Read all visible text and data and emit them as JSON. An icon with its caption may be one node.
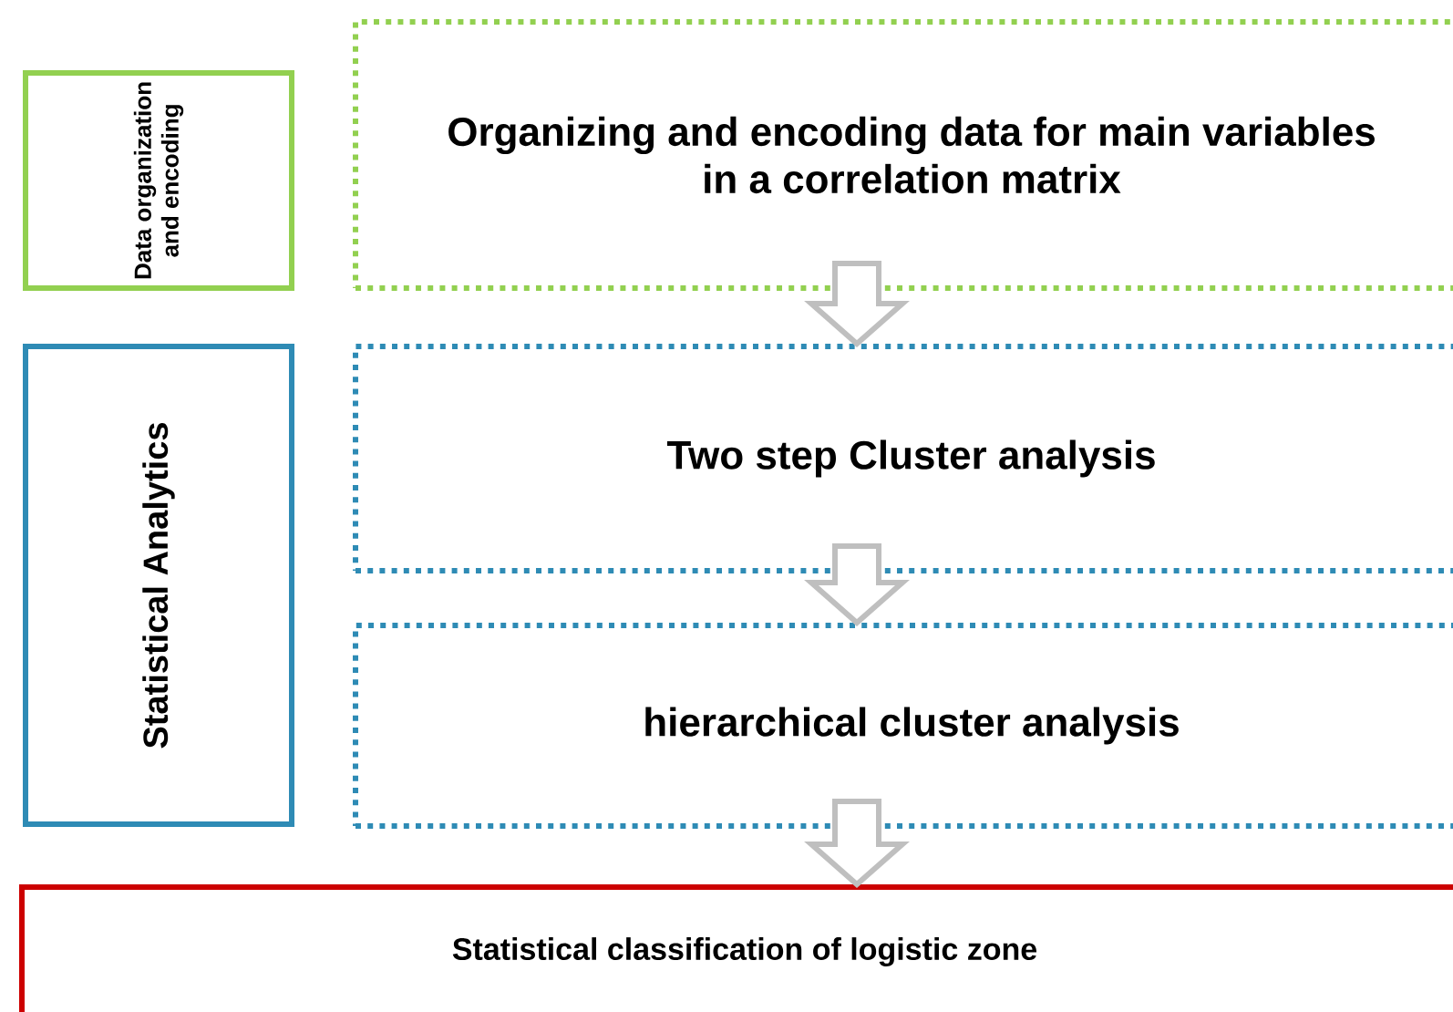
{
  "diagram": {
    "nodes": [
      {
        "text": [
          "Data organization and encoding"
        ]
      },
      {
        "text": [
          "Organizing and encoding data for main variables  in a correlation matrix"
        ]
      },
      {
        "text": [
          "Statistical Analytics"
        ]
      },
      {
        "text": [
          "Two step Cluster analysis"
        ]
      },
      {
        "text": [
          "hierarchical cluster analysis"
        ]
      },
      {
        "text": [
          "Statistical classification of logistic zone"
        ]
      }
    ],
    "edges": [
      {
        "from": 1,
        "to": 3,
        "arrow": "to"
      },
      {
        "from": 3,
        "to": 4,
        "arrow": "to"
      },
      {
        "from": 4,
        "to": 5,
        "arrow": "to"
      }
    ]
  }
}
